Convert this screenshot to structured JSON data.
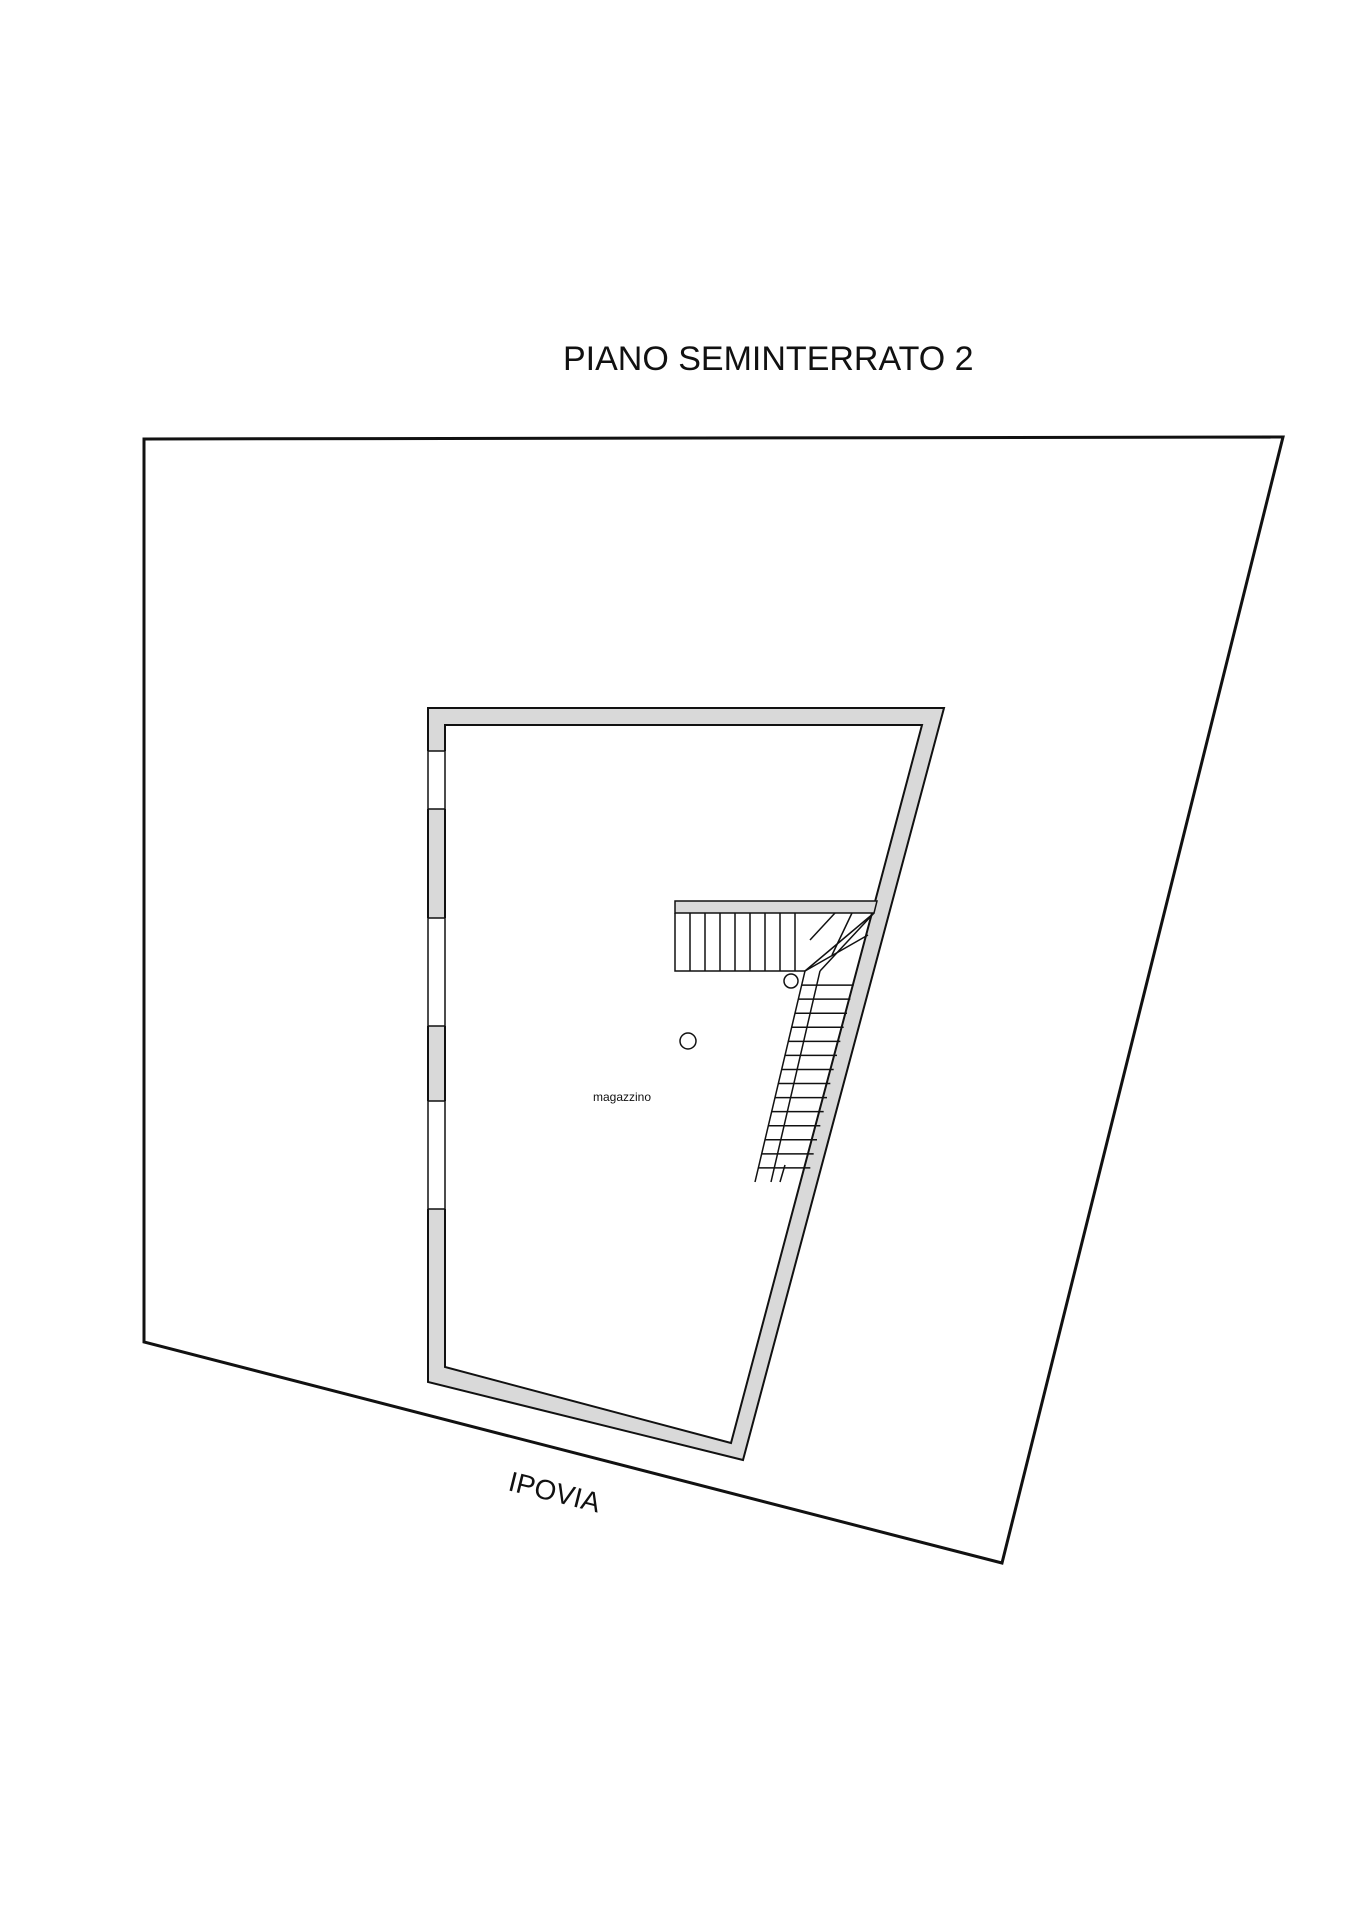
{
  "drawing": {
    "title": "PIANO SEMINTERRATO 2",
    "street_label": "IPOVIA",
    "room_label": "magazzino"
  },
  "colors": {
    "line": "#111111",
    "wall_fill": "#d9d9d9",
    "background": "#ffffff"
  }
}
